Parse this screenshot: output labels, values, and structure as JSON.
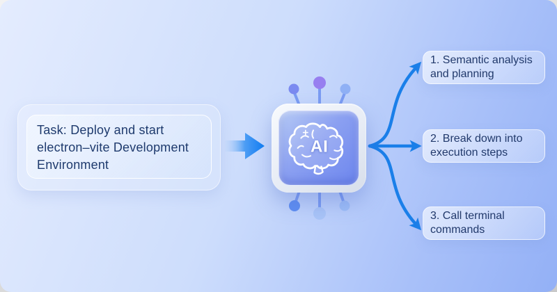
{
  "diagram": {
    "task_card": {
      "text": "Task: Deploy and start electron–vite Development Environment"
    },
    "chip": {
      "label": "AI"
    },
    "steps": [
      {
        "label": "1. Semantic analysis and planning"
      },
      {
        "label": "2. Break down into execution steps"
      },
      {
        "label": "3. Call terminal commands"
      }
    ],
    "colors": {
      "accent_arrow_blue": "#1a7fe9",
      "text_navy": "#1e3a6d",
      "background_start": "#e4ecfe",
      "background_end": "#93b0f6",
      "chip_inner_start": "#b7cbf5",
      "chip_inner_end": "#6d86ee"
    }
  }
}
